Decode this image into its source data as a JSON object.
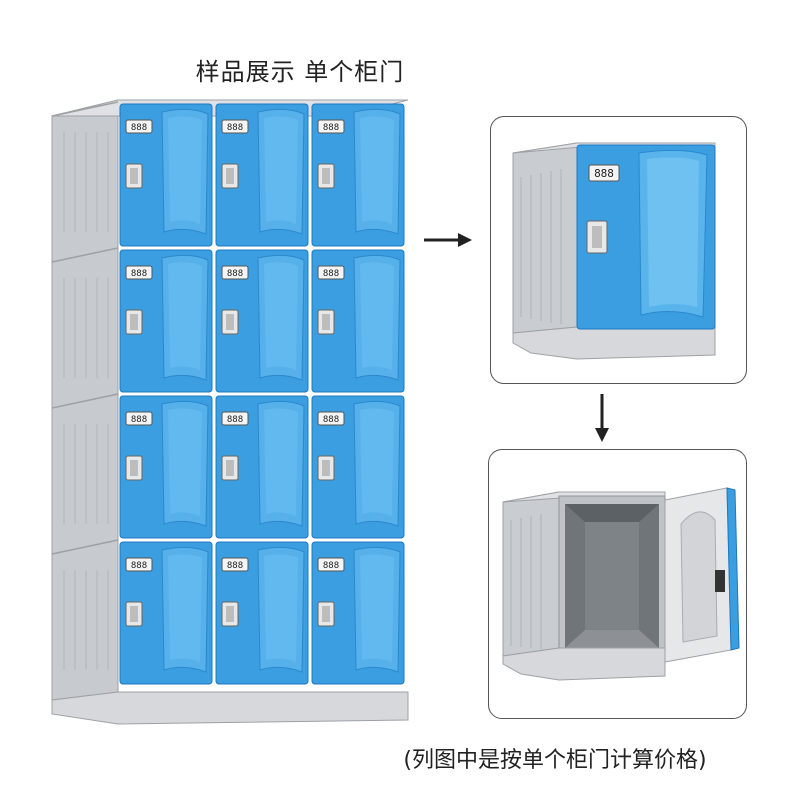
{
  "title": "样品展示 单个柜门",
  "footnote": "(列图中是按单个柜门计算价格)",
  "lock_code": "888",
  "grid": {
    "rows": 4,
    "cols": 3
  },
  "colors": {
    "door_blue": "#3a9ee0",
    "door_light": "#6cc1f2",
    "door_dark": "#1f78c0",
    "body_gray": "#cfd2d6",
    "body_dark": "#a9adb2",
    "body_light": "#e4e6e9",
    "interior": "#707579"
  }
}
